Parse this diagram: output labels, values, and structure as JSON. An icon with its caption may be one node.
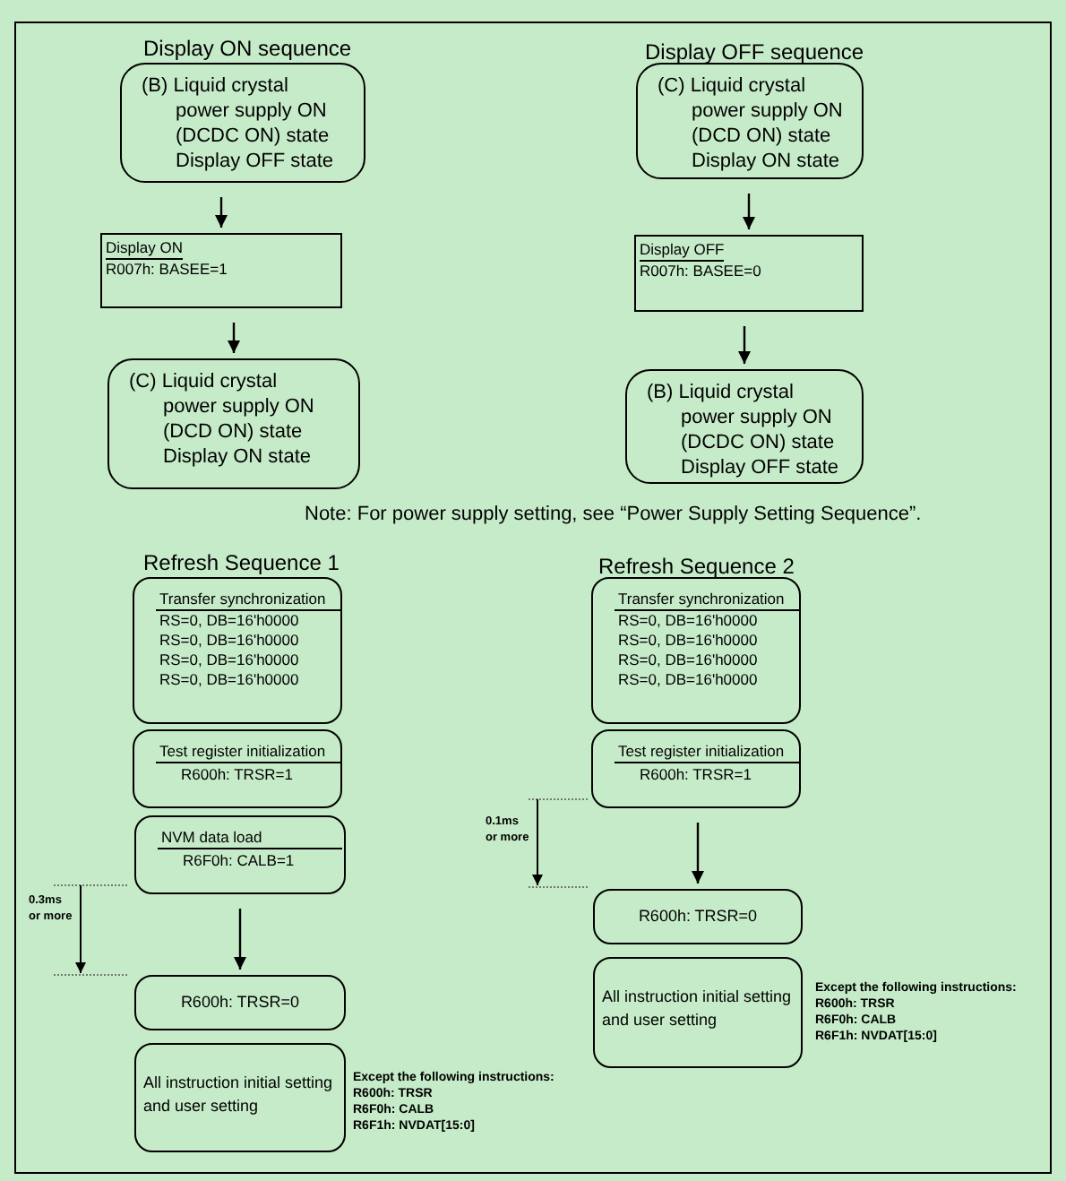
{
  "diagram": {
    "nodes": [
      {
        "text": [
          "(B) Liquid crystal power supply ON (DCDC ON) state Display OFF state"
        ]
      },
      {
        "text": [
          "Display ON",
          "R007h: BASEE=1"
        ]
      },
      {
        "text": [
          "(C) Liquid crystal power supply ON (DCD ON) state Display ON state"
        ]
      },
      {
        "text": [
          "(C) Liquid crystal power supply ON (DCD ON) state Display ON state"
        ]
      },
      {
        "text": [
          "Display OFF",
          "R007h: BASEE=0"
        ]
      },
      {
        "text": [
          "(B) Liquid crystal power supply ON (DCDC ON) state Display OFF state"
        ]
      },
      {
        "text": [
          "Transfer synchronization",
          "RS=0, DB=16'h0000",
          "RS=0, DB=16'h0000",
          "RS=0, DB=16'h0000",
          "RS=0, DB=16'h0000"
        ]
      },
      {
        "text": [
          "Test register initialization",
          "R600h: TRSR=1"
        ]
      },
      {
        "text": [
          "NVM data load",
          "R6F0h: CALB=1"
        ]
      },
      {
        "text": [
          "R600h: TRSR=0"
        ]
      },
      {
        "text": [
          "All instruction initial setting and user setting"
        ],
        "beside": [
          "Except the following instructions:",
          "R600h: TRSR",
          "R6F0h: CALB",
          "R6F1h: NVDAT[15:0]"
        ]
      },
      {
        "text": [
          "Transfer synchronization",
          "RS=0, DB=16'h0000",
          "RS=0, DB=16'h0000",
          "RS=0, DB=16'h0000",
          "RS=0, DB=16'h0000"
        ]
      },
      {
        "text": [
          "Test register initialization",
          "R600h: TRSR=1"
        ]
      },
      {
        "text": [
          "R600h: TRSR=0"
        ]
      },
      {
        "text": [
          "All instruction initial setting and user setting"
        ],
        "beside": [
          "Except the following instructions:",
          "R600h: TRSR",
          "R6F0h: CALB",
          "R6F1h: NVDAT[15:0]"
        ]
      }
    ],
    "edges": [
      {
        "from": 0,
        "to": 1,
        "arrow": "to"
      },
      {
        "from": 1,
        "to": 2,
        "arrow": "to"
      },
      {
        "from": 3,
        "to": 4,
        "arrow": "to"
      },
      {
        "from": 4,
        "to": 5,
        "arrow": "to"
      },
      {
        "from": 8,
        "to": 9,
        "arrow": "to"
      },
      {
        "from": 12,
        "to": 13,
        "arrow": "to"
      }
    ],
    "labels": [
      "Display ON sequence",
      "Display OFF sequence",
      "Note: For power supply setting, see “Power Supply Setting Sequence”.",
      "Refresh Sequence 1",
      "Refresh Sequence 2",
      "0.3ms or more",
      "0.1ms or more"
    ]
  }
}
